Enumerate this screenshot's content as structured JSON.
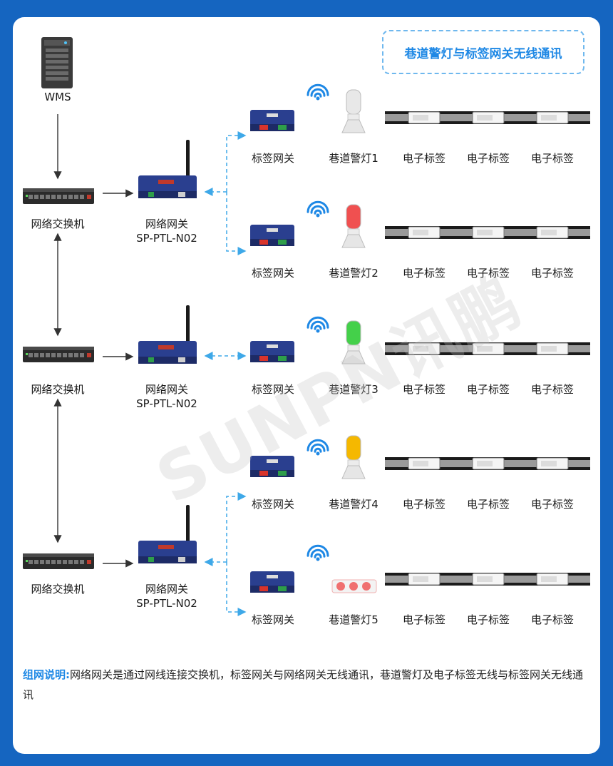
{
  "title": "巷道警灯与标签网关无线通讯",
  "wms_label": "WMS",
  "switch_label": "网络交换机",
  "gateway_label_line1": "网络网关",
  "gateway_label_line2": "SP-PTL-N02",
  "tag_gateway_label": "标签网关",
  "lights": [
    {
      "label": "巷道警灯1",
      "color": "#e8e8e8",
      "kind": "tower"
    },
    {
      "label": "巷道警灯2",
      "color": "#f05050",
      "kind": "tower"
    },
    {
      "label": "巷道警灯3",
      "color": "#44d04a",
      "kind": "tower"
    },
    {
      "label": "巷道警灯4",
      "color": "#f5b800",
      "kind": "tower"
    },
    {
      "label": "巷道警灯5",
      "color": "#f07070",
      "kind": "panel"
    }
  ],
  "etag_label": "电子标签",
  "watermark": "SUNPN讯鹏",
  "note": {
    "label": "组网说明:",
    "text": "网络网关是通过网线连接交换机，标签网关与网络网关无线通讯，巷道警灯及电子标签无线与标签网关无线通讯"
  },
  "colors": {
    "frame": "#1565c0",
    "accent": "#1e88e5",
    "device_blue": "#2a3f8f",
    "link_dashed": "#3ea8e8"
  }
}
